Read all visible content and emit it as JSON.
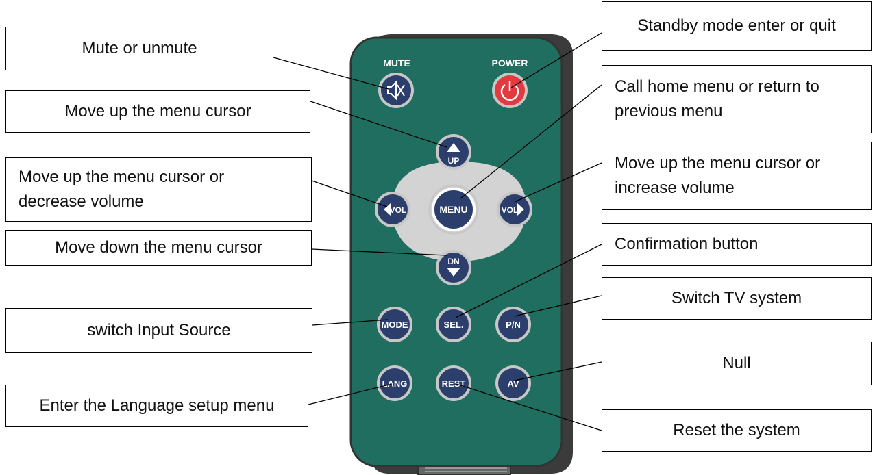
{
  "remote": {
    "labels": {
      "mute": "MUTE",
      "power": "POWER",
      "up": "UP",
      "vol_left": "VOL",
      "menu": "MENU",
      "vol_right": "VOL",
      "dn": "DN",
      "mode": "MODE",
      "sel": "SEL.",
      "pn": "P/N",
      "lang": "LANG",
      "rest": "REST",
      "av": "AV"
    },
    "colors": {
      "body": "#1f6e5f",
      "casing": "#3b3b3b",
      "button": "#2b3e6c",
      "power_button": "#e23a3f",
      "button_ring": "#c7c7c7",
      "dpad_pad": "#d3d3d3"
    },
    "icons": [
      "speaker-mute-icon",
      "power-icon",
      "arrow-up-icon",
      "arrow-left-icon",
      "arrow-right-icon",
      "arrow-down-icon"
    ]
  },
  "callouts": {
    "mute": "Mute or unmute",
    "standby": "Standby mode enter or quit",
    "move_up": "Move up the menu cursor",
    "home_menu": [
      "Call home menu or return to",
      "previous menu"
    ],
    "vol_decrease": [
      "Move up the menu cursor or",
      "decrease volume"
    ],
    "vol_increase": [
      "Move up the menu cursor or",
      "increase volume"
    ],
    "move_down": "Move down the menu cursor",
    "confirm": "Confirmation button",
    "input_source": "switch Input Source",
    "tv_system": "Switch TV system",
    "null": "Null",
    "language": "Enter the Language setup menu",
    "reset": "Reset the system"
  }
}
